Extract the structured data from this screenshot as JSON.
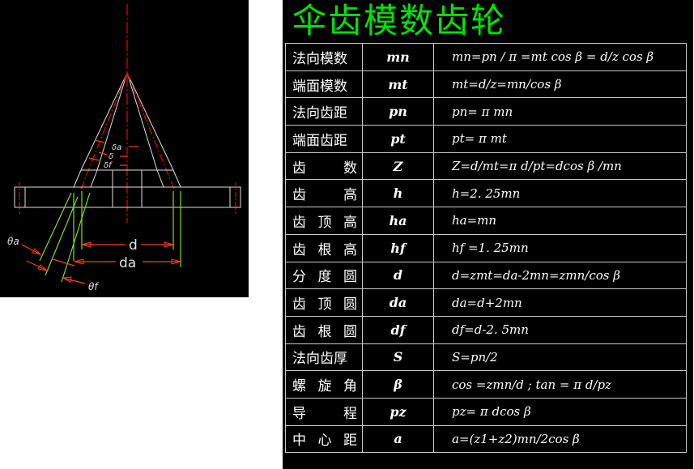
{
  "title": "伞齿模数齿轮",
  "diagram": {
    "labels": {
      "delta_a": "δa",
      "delta": "δ",
      "delta_f": "δf",
      "theta_a": "θa",
      "theta_f": "θf",
      "d": "d",
      "da": "da"
    },
    "colors": {
      "background": "#000000",
      "outline": "#e0e0e0",
      "centerline": "#e00000",
      "dimension": "#ff4010",
      "extension": "#80e020"
    }
  },
  "table": {
    "rows": [
      {
        "name": "法向模数",
        "spaced": false,
        "symbol": "mn",
        "formula": "mn=pn / π =mt cos β = d/z cos β"
      },
      {
        "name": "端面模数",
        "spaced": false,
        "symbol": "mt",
        "formula": "mt=d/z=mn/cos β"
      },
      {
        "name": "法向齿距",
        "spaced": false,
        "symbol": "pn",
        "formula": "pn= π mn"
      },
      {
        "name": "端面齿距",
        "spaced": false,
        "symbol": "pt",
        "formula": "pt= π mt"
      },
      {
        "name": "齿数",
        "spaced": true,
        "symbol": "Z",
        "formula": "Z=d/mt=π d/pt=dcos β /mn"
      },
      {
        "name": "齿高",
        "spaced": true,
        "symbol": "h",
        "formula": "h=2. 25mn"
      },
      {
        "name": "齿顶高",
        "spaced": true,
        "symbol": "ha",
        "formula": "ha=mn"
      },
      {
        "name": "齿根高",
        "spaced": true,
        "symbol": "hf",
        "formula": "hf =1. 25mn"
      },
      {
        "name": "分度圆",
        "spaced": true,
        "symbol": "d",
        "formula": "d=zmt=da-2mn=zmn/cos β"
      },
      {
        "name": "齿顶圆",
        "spaced": true,
        "symbol": "da",
        "formula": "da=d+2mn"
      },
      {
        "name": "齿根圆",
        "spaced": true,
        "symbol": "df",
        "formula": "df=d-2. 5mn"
      },
      {
        "name": "法向齿厚",
        "spaced": false,
        "symbol": "S",
        "formula": "S=pn/2"
      },
      {
        "name": "螺旋角",
        "spaced": true,
        "symbol": "β",
        "formula": "cos =zmn/d ;   tan = π d/pz"
      },
      {
        "name": "导程",
        "spaced": true,
        "symbol": "pz",
        "formula": "pz= π dcos β"
      },
      {
        "name": "中心距",
        "spaced": true,
        "symbol": "a",
        "formula": "a=(z1+z2)mn/2cos β"
      }
    ]
  },
  "colors": {
    "title": "#00e400",
    "table_border": "#c8c8c8",
    "text": "#ffffff",
    "panel_bg": "#000000"
  }
}
